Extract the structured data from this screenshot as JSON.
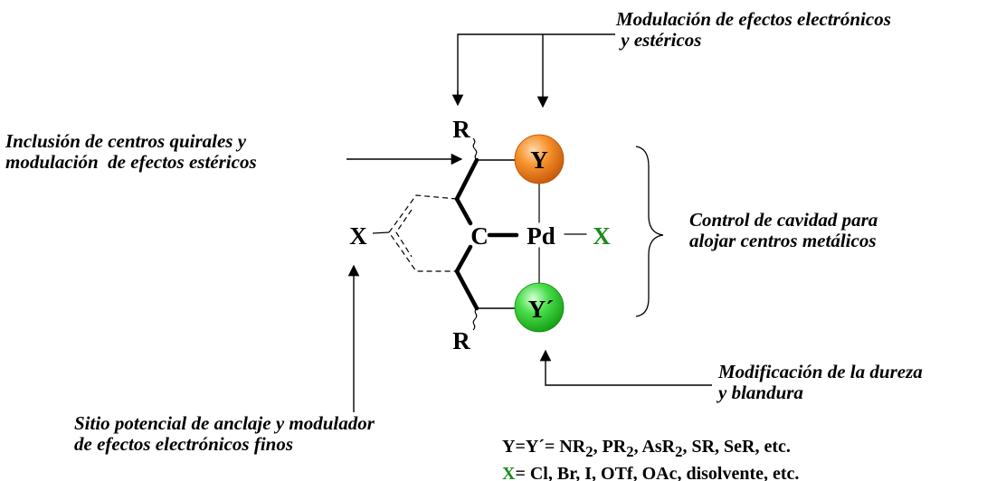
{
  "annotations": {
    "top_right": [
      "Modulación de efectos electrónicos",
      " y estéricos"
    ],
    "left": [
      "Inclusión de centros quirales y",
      "modulación  de efectos estéricos"
    ],
    "right_middle": [
      "Control de cavidad para",
      "alojar centros metálicos"
    ],
    "bottom_right": [
      "Modificación de la dureza",
      "y blandura"
    ],
    "bottom_left": [
      "Sitio potencial de anclaje y modulador",
      "de efectos electrónicos finos"
    ]
  },
  "molecule": {
    "r_top": "R",
    "r_bottom": "R",
    "y_top": "Y",
    "y_bottom": "Y´",
    "carbon": "C",
    "metal": "Pd",
    "x_left": "X",
    "x_right": "X"
  },
  "legend": {
    "line1": {
      "lead": "Y=Y´= NR",
      "sub1": "2",
      "t1": ", PR",
      "sub2": "2",
      "t2": ", AsR",
      "sub3": "2",
      "t3": ", SR, SeR, etc."
    },
    "line2": {
      "x": "X",
      "rest": "= Cl, Br, I, OTf, OAc, disolvente, etc."
    }
  },
  "colors": {
    "y_top_fill": "#f07a1e",
    "y_bottom_fill": "#3fd63f",
    "x_green": "#1e8a1e"
  }
}
